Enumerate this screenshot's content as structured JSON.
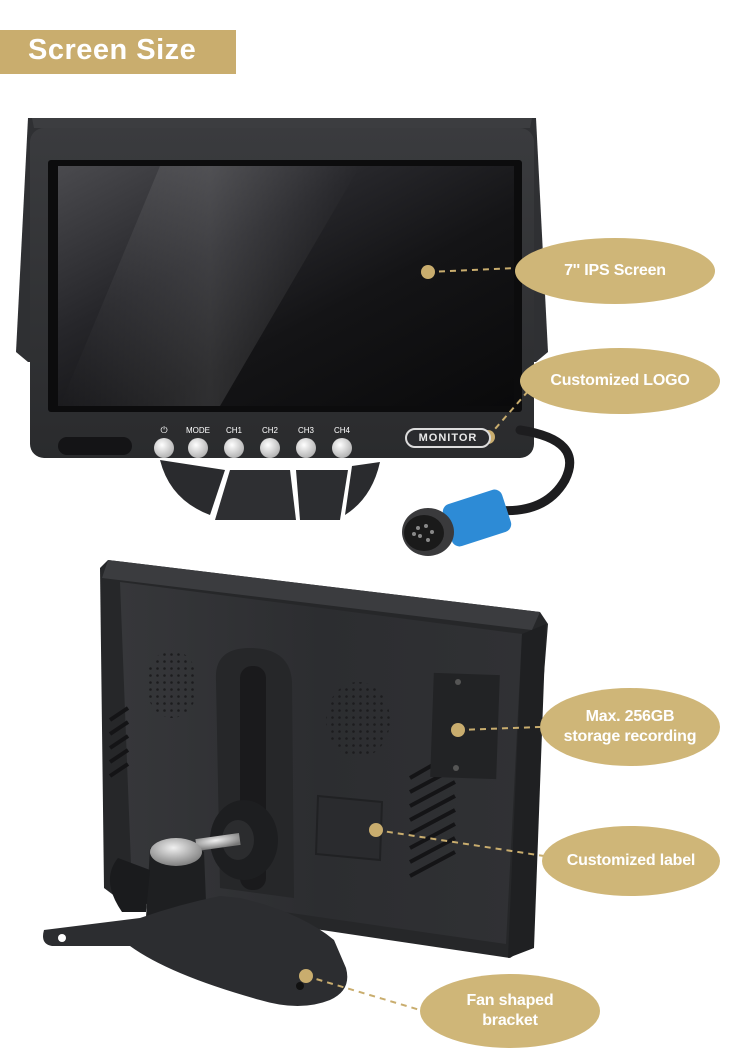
{
  "header": {
    "title": "Screen Size"
  },
  "colors": {
    "accent": "#cfb678",
    "header_bg": "#c9ad6e",
    "text": "#ffffff"
  },
  "monitor": {
    "buttons": [
      "⏻",
      "MODE",
      "CH1",
      "CH2",
      "CH3",
      "CH4"
    ],
    "logo": "MONITOR"
  },
  "callouts": {
    "ips": "7'' IPS Screen",
    "logo": "Customized LOGO",
    "storage_line1": "Max. 256GB",
    "storage_line2": "storage recording",
    "label": "Customized label",
    "bracket_line1": "Fan shaped",
    "bracket_line2": "bracket"
  }
}
